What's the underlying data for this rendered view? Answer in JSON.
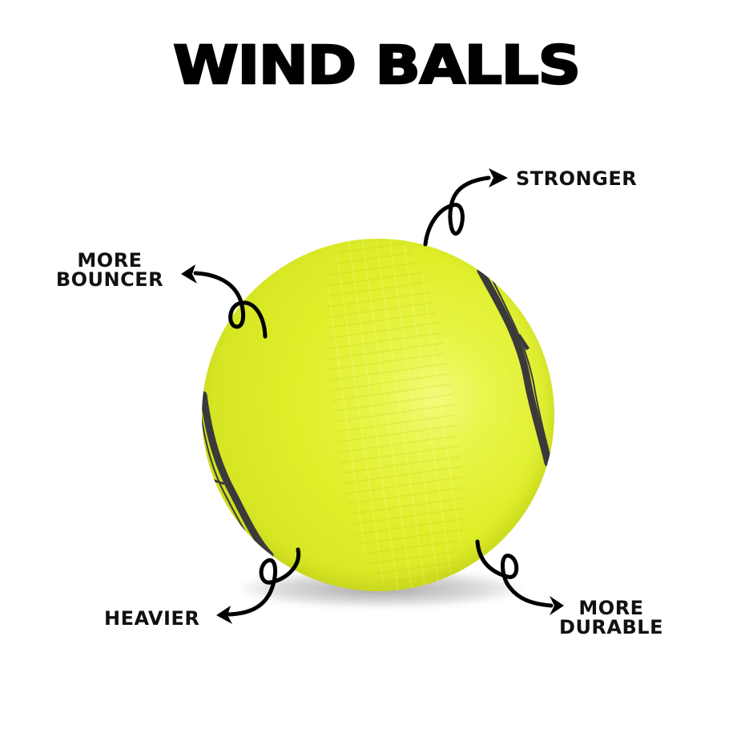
{
  "title": "WIND BALLS",
  "features": {
    "stronger": "STRONGER",
    "more_bouncer": [
      "MORE",
      "BOUNCER"
    ],
    "heavier": "HEAVIER",
    "more_durable": [
      "MORE",
      "DURABLE"
    ]
  },
  "product": {
    "name": "wind-ball",
    "color": "#dfef2a",
    "graphic_color": "#3a3a3a"
  },
  "colors": {
    "background": "#ffffff",
    "text": "#000000",
    "arrow": "#000000"
  }
}
